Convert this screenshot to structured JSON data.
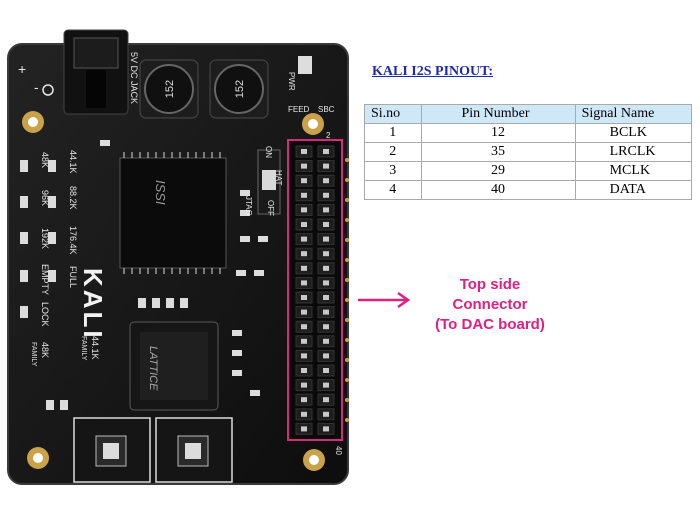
{
  "pinout": {
    "title": "KALI I2S PINOUT:",
    "columns": [
      "Si.no",
      "Pin Number",
      "Signal Name"
    ],
    "rows": [
      [
        "1",
        "12",
        "BCLK"
      ],
      [
        "2",
        "35",
        "LRCLK"
      ],
      [
        "3",
        "29",
        "MCLK"
      ],
      [
        "4",
        "40",
        "DATA"
      ]
    ]
  },
  "callout": {
    "line1": "Top side",
    "line2": "Connector",
    "line3": "(To DAC board)",
    "color": "#e0207e"
  },
  "board": {
    "brand": "KALI",
    "inductor_label": "152",
    "rate_labels": [
      "44.1K",
      "48K",
      "88.2K",
      "96K",
      "176.4K",
      "192K"
    ],
    "status_labels": [
      "FULL",
      "EMPTY",
      "LOCK"
    ],
    "family_labels": [
      "44.1K",
      "FAMILY",
      "48K",
      "FAMILY"
    ],
    "top_labels": [
      "5V DC JACK",
      "PWR",
      "FEED",
      "SBC"
    ],
    "switch_labels": [
      "ON",
      "OFF",
      "HAT",
      "JTAG"
    ],
    "header_pins": [
      "2",
      "40"
    ],
    "chip_labels": [
      "ISSI",
      "LATTICE"
    ],
    "jack_symbols": [
      "+",
      "-"
    ],
    "colors": {
      "pcb": "#161616",
      "silk": "#e6e6e6",
      "header_outline": "#d62a7c"
    }
  }
}
